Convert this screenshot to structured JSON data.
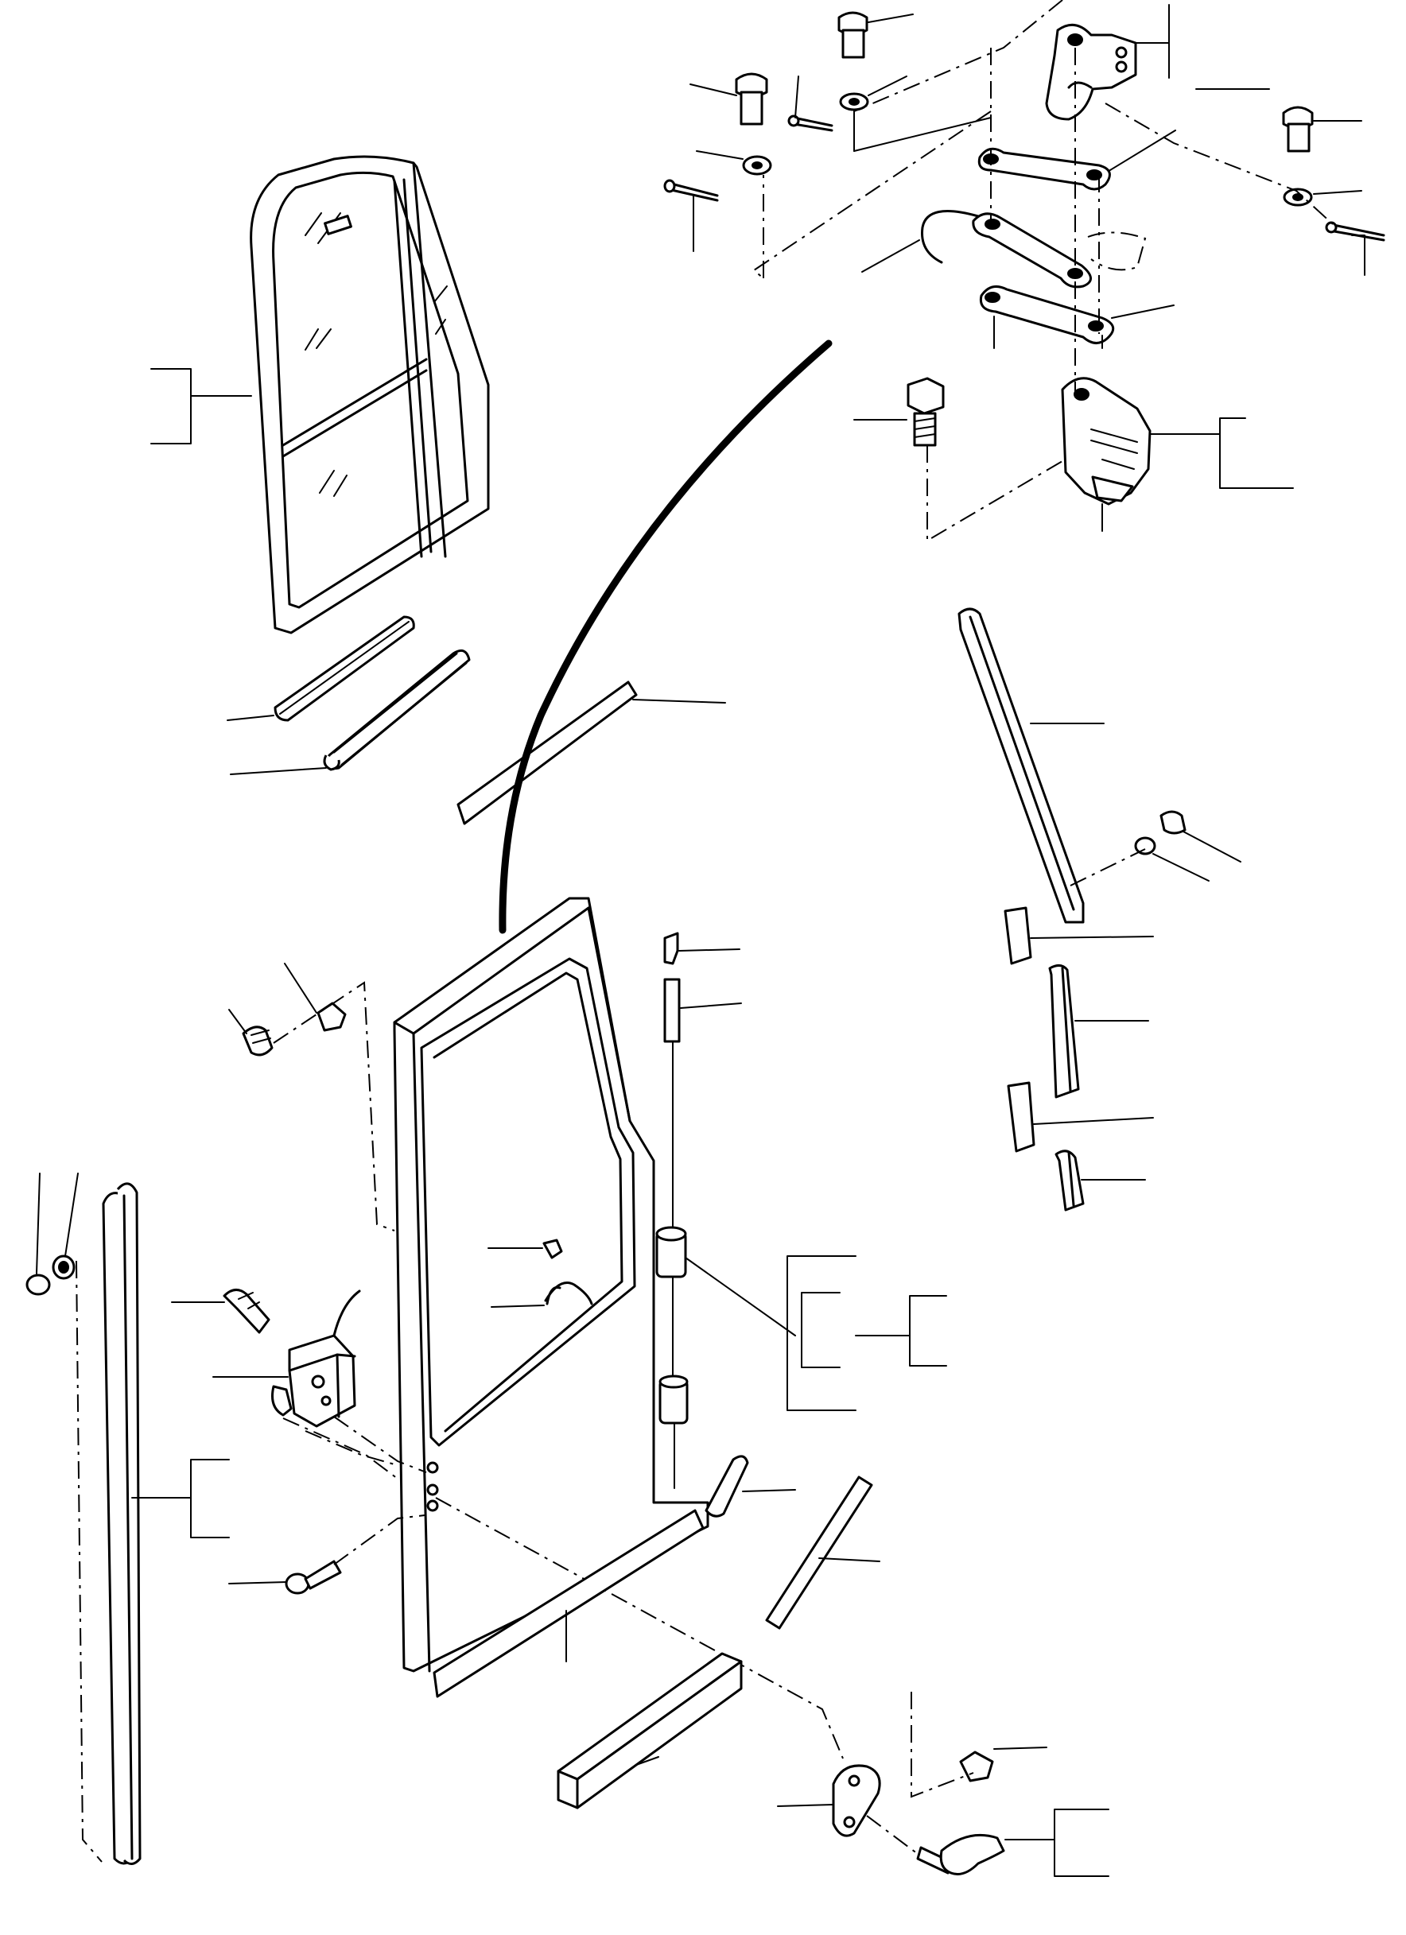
{
  "diagram": {
    "type": "exploded-parts-view",
    "labels_printed": false,
    "parts": [
      "hinge-pin",
      "hinge-pin",
      "hinge-pin",
      "washer",
      "washer",
      "washer",
      "cotter-pin",
      "cotter-pin",
      "cotter-pin",
      "upper-hinge-bracket",
      "hinge-link",
      "hinge-link",
      "hook-link",
      "hinge-bolt",
      "lower-hinge-bracket",
      "sliding-window-frame",
      "window-channel-seal",
      "window-channel",
      "door-top-seal",
      "door-frame",
      "door-check-pin",
      "door-check-spring",
      "door-check-rod",
      "damper-block-upper",
      "damper-block-lower",
      "latch-screw",
      "latch-bracket",
      "latch-assembly",
      "stopper-screw",
      "stopper-clip",
      "glass-retainer-screw",
      "glass-clip",
      "edge-trim",
      "edge-trim-cap",
      "edge-trim-nut",
      "mounting-screw",
      "door-bottom-seal",
      "lower-spacer",
      "side-seal",
      "side-seal-short",
      "pillar-channel",
      "pillar-washer",
      "pillar-screw",
      "rubber-pad",
      "pillar-channel-short",
      "rubber-pad-small",
      "pillar-channel-stub",
      "handle-plate",
      "handle-screw",
      "door-handle"
    ]
  }
}
